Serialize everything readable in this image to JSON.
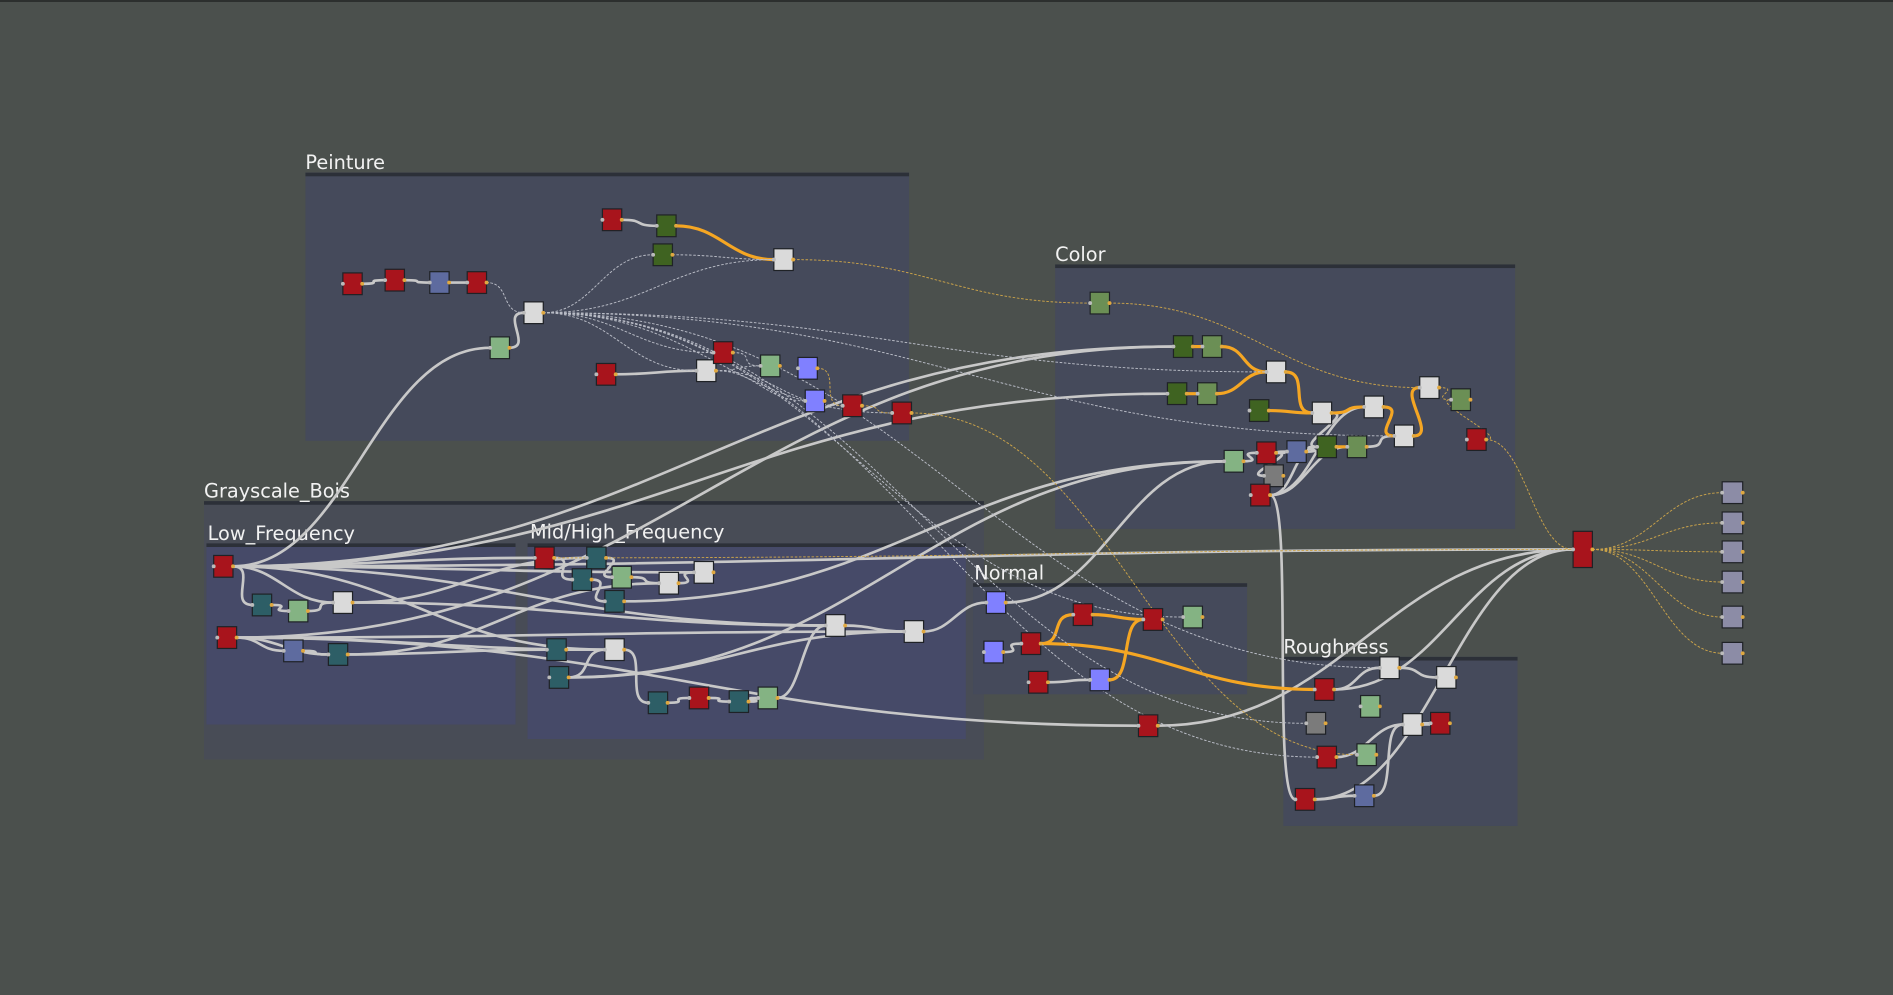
{
  "frames": {
    "peinture": "Peinture",
    "color": "Color",
    "grayscale_bois": "Grayscale_Bois",
    "low_frequency": "Low_Frequency",
    "mid_high_frequency": "Mid/High_Frequency",
    "normal": "Normal",
    "roughness": "Roughness"
  },
  "colors": {
    "background": "#4b504d",
    "frame": "#454a5b",
    "frame_header": "#2c3038",
    "link": "#c8c8c8",
    "link_active": "#f5a623",
    "node_red": "#a8141c",
    "node_dark_green": "#3f6321",
    "node_mid_green": "#6b8f55",
    "node_light_green": "#84b383",
    "node_slate": "#5e6b9f",
    "node_violet": "#8080ff",
    "node_white": "#dadada",
    "node_teal": "#2d5e66",
    "node_gray": "#7b7b7b",
    "node_output": "#8c8ca6"
  }
}
